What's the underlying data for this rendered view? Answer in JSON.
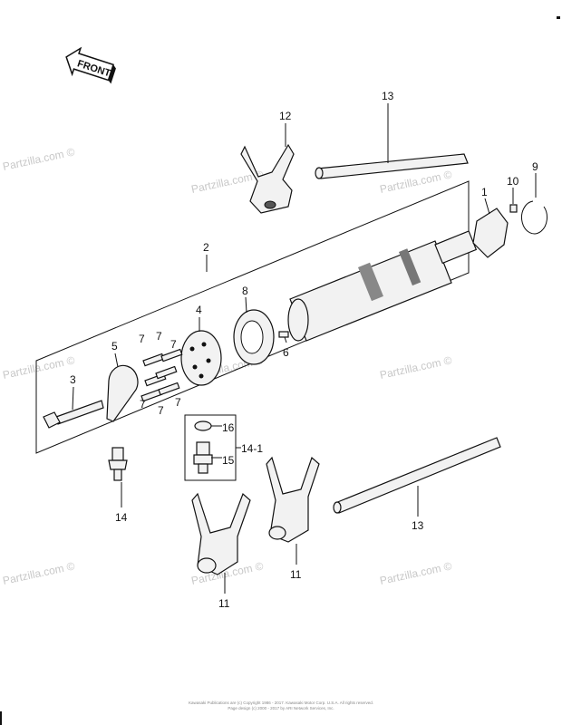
{
  "diagram": {
    "front_badge": "FRONT",
    "watermark": "Partzilla.com ©",
    "callouts": [
      "13",
      "12",
      "9",
      "10",
      "1",
      "2",
      "8",
      "4",
      "7",
      "7",
      "7",
      "5",
      "6",
      "3",
      "7",
      "7",
      "7",
      "16",
      "14-1",
      "15",
      "14",
      "13",
      "11",
      "11"
    ]
  },
  "footer": {
    "line1": "Kawasaki Publications are (c) Copyright 1986 - 2017. Kawasaki Motor Corp. U.S.A. All rights reserved.",
    "line2": "Page design (c) 2000 - 2017 by ARI Network Services, Inc."
  }
}
